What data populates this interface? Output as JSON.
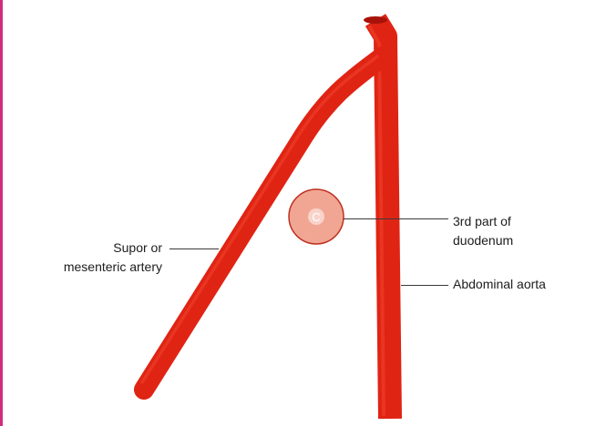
{
  "labels": {
    "sma_line1": "Supor or",
    "sma_line2": "mesenteric artery",
    "duodenum_line1": "3rd part of",
    "duodenum_line2": "duodenum",
    "aorta": "Abdominal aorta",
    "duodenum_letter": "C"
  },
  "colors": {
    "artery": "#e02414",
    "artery_highlight": "#f0442c",
    "artery_dark": "#a81208",
    "duodenum_fill": "#f1a694",
    "duodenum_stroke": "#c03020",
    "leader_line": "#3a3a3a",
    "edge_line": "#d02c7c"
  }
}
